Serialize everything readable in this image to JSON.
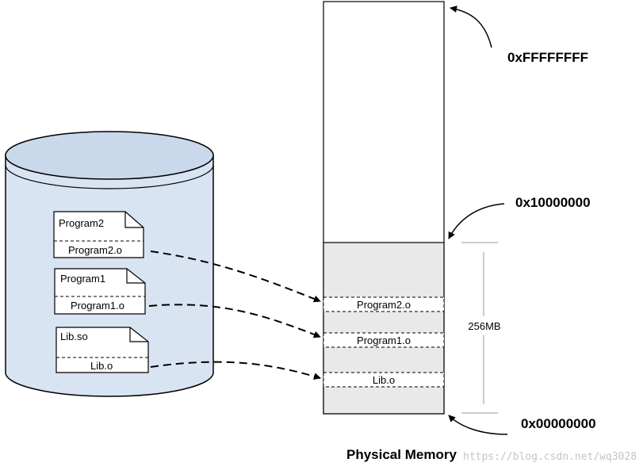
{
  "disk": {
    "files": [
      {
        "name": "Program2",
        "object": "Program2.o"
      },
      {
        "name": "Program1",
        "object": "Program1.o"
      },
      {
        "name": "Lib.so",
        "object": "Lib.o"
      }
    ]
  },
  "memory": {
    "title": "Physical Memory",
    "addresses": {
      "top": "0xFFFFFFFF",
      "middle": "0x10000000",
      "bottom": "0x00000000"
    },
    "size_label": "256MB",
    "slots": [
      "Program2.o",
      "Program1.o",
      "Lib.o"
    ]
  },
  "watermark": "https://blog.csdn.net/wq3028",
  "colors": {
    "disk_fill": "#d8e4f2",
    "memory_used_fill": "#e9e9e9",
    "line": "#000000"
  }
}
